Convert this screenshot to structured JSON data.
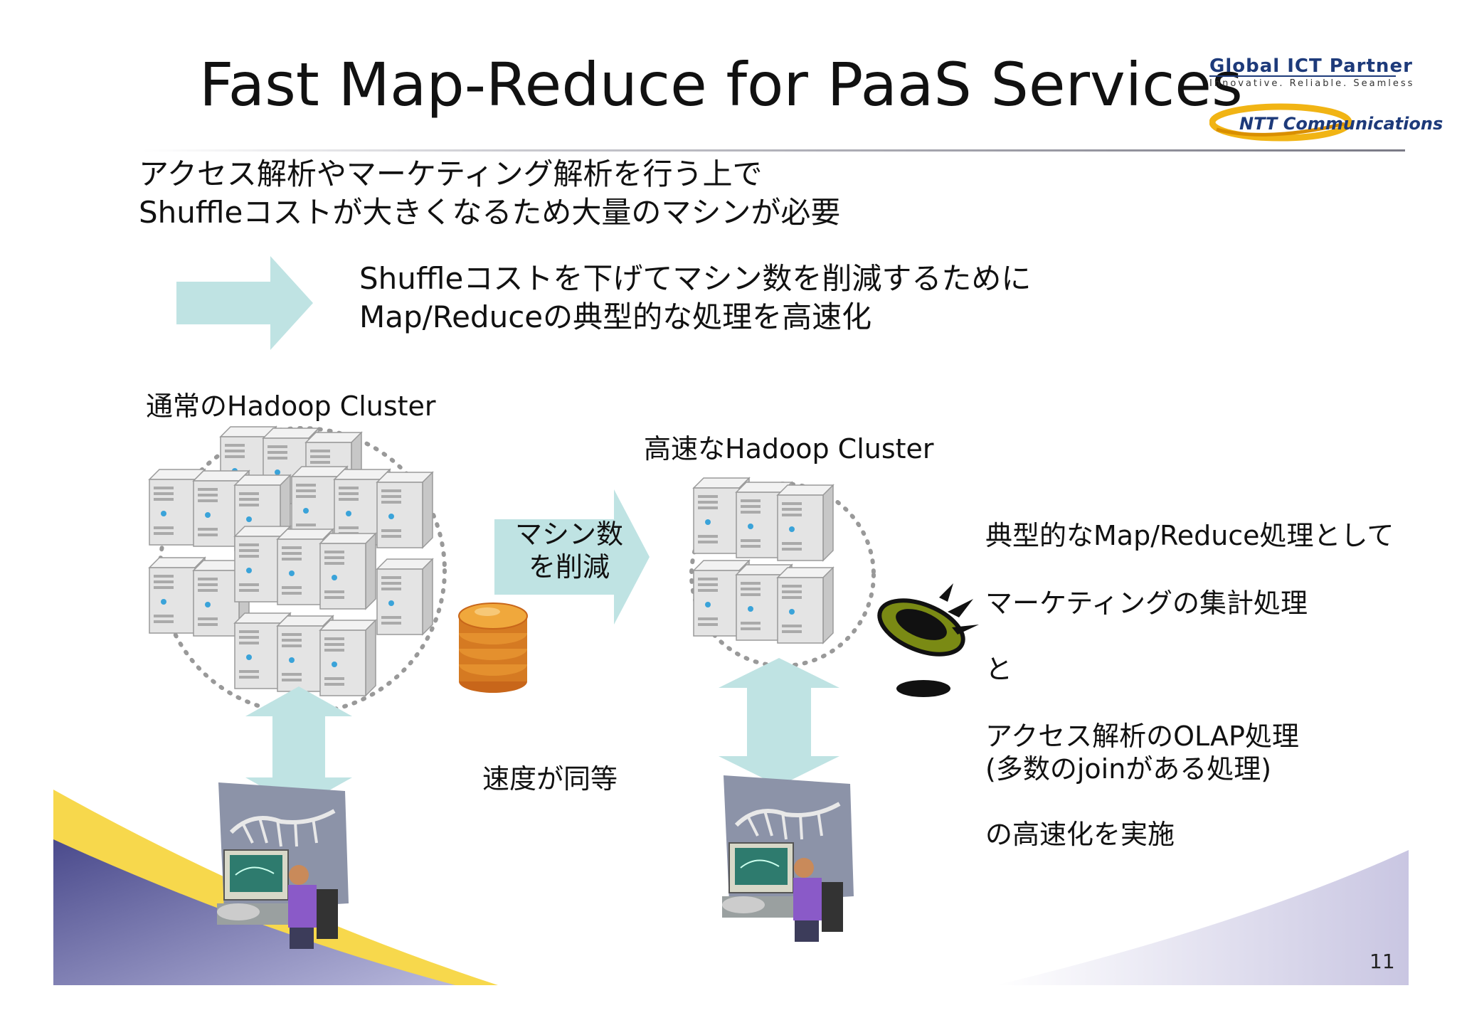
{
  "slide": {
    "title": "Fast Map-Reduce for PaaS Services",
    "page_number": "11"
  },
  "logo": {
    "tagline_main": "Global ICT Partner",
    "tagline_sub": "Innovative. Reliable. Seamless",
    "brand": "NTT Communications",
    "brand_color": "#1d3a7a",
    "ring_color": "#f1b414"
  },
  "intro": {
    "line1": "アクセス解析やマーケティング解析を行う上で",
    "line2": "Shuffleコストが大きくなるため大量のマシンが必要"
  },
  "solution": {
    "line1": "Shuffleコストを下げてマシン数を削減するために",
    "line2": "Map/Reduceの典型的な処理を高速化"
  },
  "diagram": {
    "normal_cluster_label": "通常のHadoop Cluster",
    "fast_cluster_label": "高速なHadoop Cluster",
    "reduce_label_line1": "マシン数",
    "reduce_label_line2": "を削減",
    "same_speed_label": "速度が同等",
    "arrow_color": "#bfe3e3"
  },
  "right_panel": {
    "line1": "典型的なMap/Reduce処理として",
    "line2": "マーケティングの集計処理",
    "line3": "と",
    "line4": "アクセス解析のOLAP処理",
    "line5": "(多数のjoinがある処理)",
    "line6": "の高速化を実施"
  }
}
